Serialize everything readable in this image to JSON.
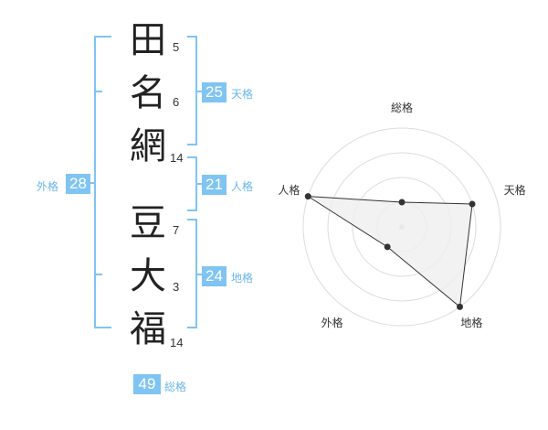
{
  "name": {
    "characters": [
      {
        "char": "田",
        "strokes": "5"
      },
      {
        "char": "名",
        "strokes": "6"
      },
      {
        "char": "網",
        "strokes": "14"
      },
      {
        "char": "豆",
        "strokes": "7"
      },
      {
        "char": "大",
        "strokes": "3"
      },
      {
        "char": "福",
        "strokes": "14"
      }
    ]
  },
  "scores": {
    "tenkaku": {
      "value": "25",
      "label": "天格"
    },
    "jinkaku": {
      "value": "21",
      "label": "人格"
    },
    "chikaku": {
      "value": "24",
      "label": "地格"
    },
    "gaikaku": {
      "value": "28",
      "label": "外格"
    },
    "soukaku": {
      "value": "49",
      "label": "総格"
    }
  },
  "colors": {
    "accent": "#7fc4f2",
    "bracket": "#7fc4f2",
    "radar_fill": "#efefef"
  },
  "chart_data": {
    "type": "radar",
    "axes": [
      "総格",
      "天格",
      "地格",
      "外格",
      "人格"
    ],
    "max": 4,
    "values": [
      1,
      3,
      4,
      1,
      4
    ]
  }
}
